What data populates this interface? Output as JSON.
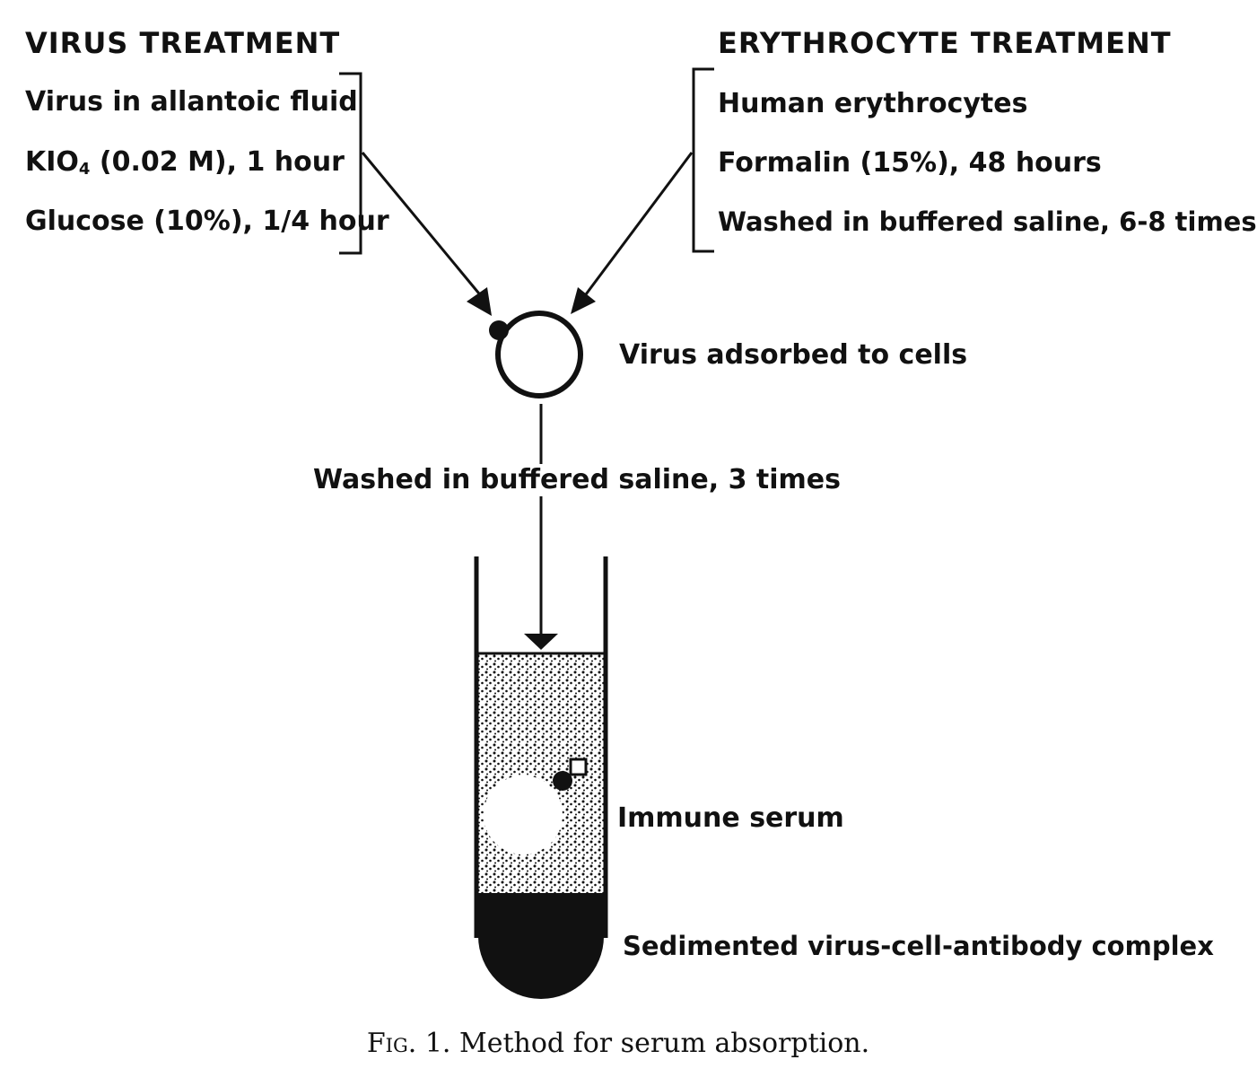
{
  "virus": {
    "heading": "VIRUS TREATMENT",
    "step1": "Virus in allantoic fluid",
    "step2_prefix": "KIO",
    "step2_sub": "4",
    "step2_suffix": " (0.02 M), 1 hour",
    "step3": "Glucose (10%), 1/4 hour"
  },
  "erythrocyte": {
    "heading": "ERYTHROCYTE TREATMENT",
    "step1": "Human erythrocytes",
    "step2": "Formalin (15%), 48 hours",
    "step3": "Washed in buffered saline, 6-8 times"
  },
  "labels": {
    "adsorbed": "Virus adsorbed to cells",
    "washed": "Washed in buffered saline, 3 times",
    "immune_serum": "Immune serum",
    "sediment": "Sedimented virus-cell-antibody complex"
  },
  "caption": {
    "fig": "Fig. 1.",
    "text": " Method for serum absorption."
  },
  "colors": {
    "ink": "#111111",
    "background": "#ffffff"
  }
}
